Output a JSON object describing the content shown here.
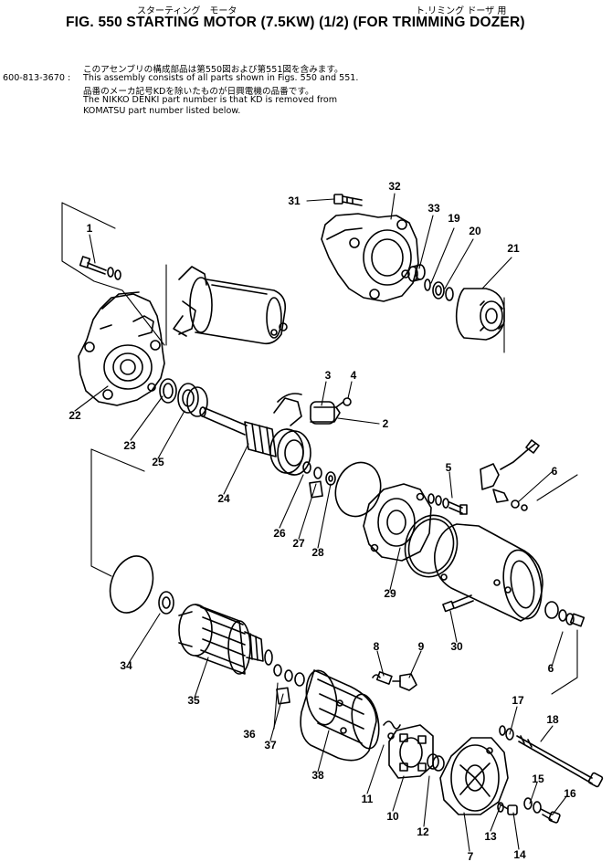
{
  "header": {
    "jp_title": "スターティング　モータ",
    "jp_subtitle": "ト.リミング ドーザ 用",
    "title": "FIG. 550   STARTING MOTOR (7.5KW) (1/2) (FOR TRIMMING DOZER)"
  },
  "notes": {
    "jp_line1": "このアセンブリの構成部品は第550図および第551図を含みます。",
    "part_no": "600-813-3670 :",
    "en_line1": "This assembly consists of all parts shown in Figs. 550 and 551.",
    "jp_line2": "品番のメーカ記号KDを除いたものが日興電機の品番です。",
    "en_line2": "The NIKKO DENKI part number is that KD is removed from",
    "en_line3": "KOMATSU part number listed below."
  },
  "callouts": [
    "1",
    "2",
    "3",
    "4",
    "5",
    "6",
    "6",
    "7",
    "8",
    "9",
    "10",
    "11",
    "12",
    "13",
    "14",
    "15",
    "16",
    "17",
    "18",
    "19",
    "20",
    "21",
    "22",
    "23",
    "24",
    "25",
    "26",
    "27",
    "28",
    "29",
    "30",
    "31",
    "32",
    "33",
    "34",
    "35",
    "36",
    "37",
    "38"
  ]
}
